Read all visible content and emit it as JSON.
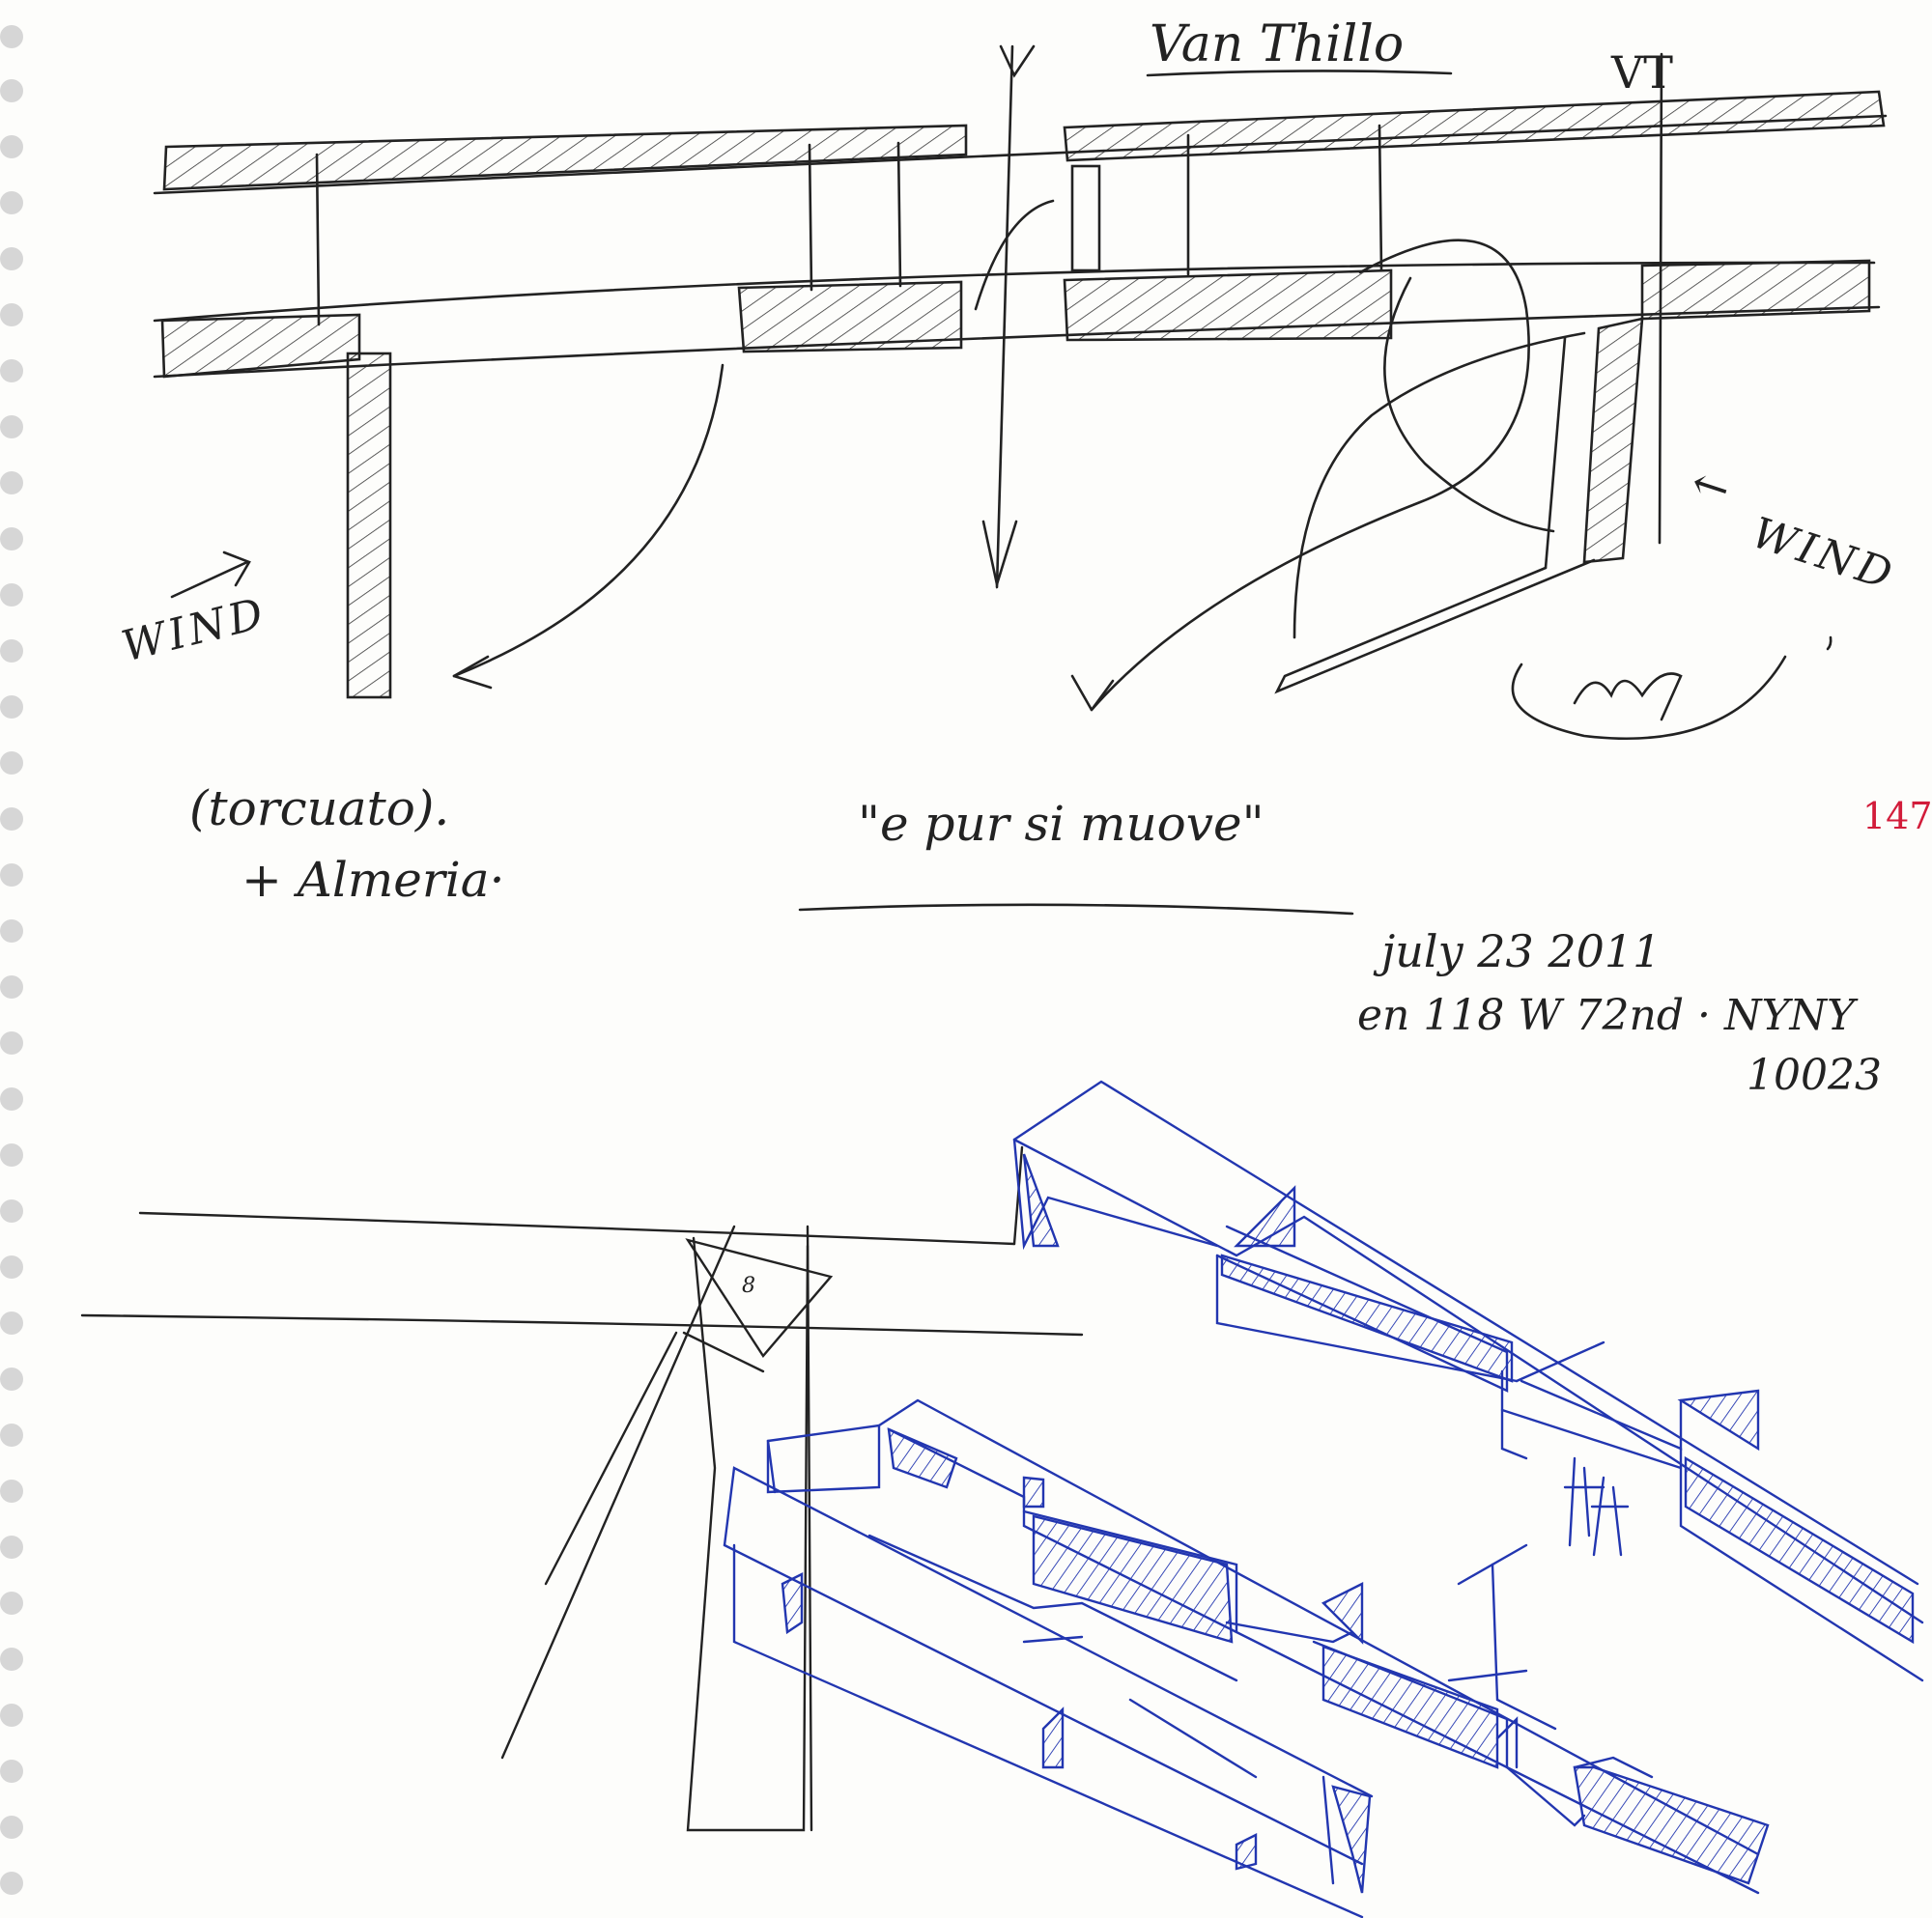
{
  "title": "Van Thillo",
  "marks": {
    "vt": "VT"
  },
  "labels": {
    "wind_left": "WIND",
    "wind_right": "WIND",
    "wind_right_arrow": "←"
  },
  "notes": {
    "torcuato": "(torcuato).",
    "almeria": "+ Almeria·",
    "quote": "\"e pur si muove\"",
    "date": "july 23 2011",
    "address": "en 118 W 72nd · NYNY",
    "zip": "10023"
  },
  "page_number": "147",
  "colors": {
    "paper": "#fdfdfb",
    "pencil": "#222222",
    "blue_ink": "#2236b0",
    "red_ink": "#d21c3a",
    "binding_hole": "#d6d6d6"
  }
}
